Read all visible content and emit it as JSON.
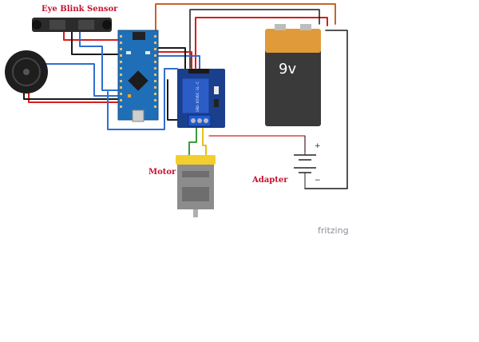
{
  "labels": {
    "sensor": "Eye Blink Sensor",
    "motor": "Motor",
    "adapter": "Adapter",
    "battery": "9v",
    "plus": "+",
    "minus": "−",
    "relay_text": "SRD-05VDC-SL-C",
    "watermark": "fritzing"
  },
  "colors": {
    "wire_red": "#d51e1e",
    "wire_black": "#1a1a1a",
    "wire_blue": "#2f6fd1",
    "wire_orange": "#c8642a",
    "wire_green": "#3c9a3c",
    "wire_yellow": "#e3c21a",
    "wire_gray": "#555555",
    "arduino_board": "#1f6fb8",
    "relay_board": "#1a3f8c",
    "relay_cube": "#2c5dc7",
    "battery_body": "#3a3a3a",
    "battery_cap": "#e09a3a",
    "motor_cap": "#f2cf2e",
    "motor_body": "#8c8c8c"
  }
}
